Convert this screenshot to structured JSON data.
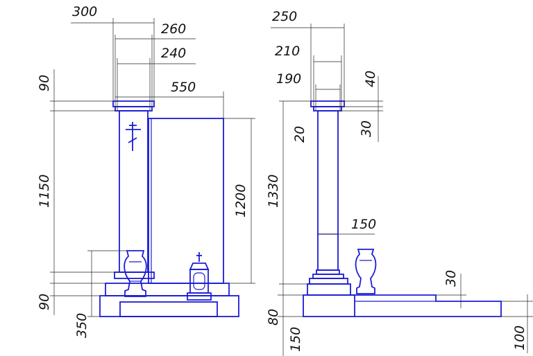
{
  "drawing": {
    "colors": {
      "outline": "#1b1bd6",
      "dimension": "#222222",
      "background": "#ffffff"
    },
    "front_view": {
      "dimensions": {
        "column_top_width": "300",
        "column_cap_width": "260",
        "column_shaft_width": "240",
        "stele_width": "550",
        "cap_height": "90",
        "column_height": "1150",
        "stele_height": "1200",
        "base_step_height": "90",
        "total_base_height": "350"
      }
    },
    "side_view": {
      "dimensions": {
        "top_width": "250",
        "cap_width": "210",
        "shaft_width": "190",
        "cap_top_height": "40",
        "cap_mid_height": "20",
        "cap_bottom_height": "30",
        "column_height": "1330",
        "shaft_depth": "150",
        "slab_step": "30",
        "plinth_height": "80",
        "base_height": "150",
        "slab_height": "100"
      }
    }
  }
}
